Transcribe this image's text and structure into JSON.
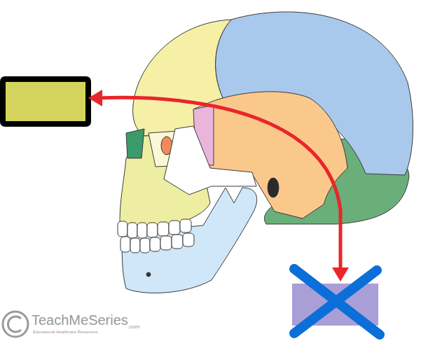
{
  "diagram": {
    "labels": [
      "TeachMeSeries",
      ".com",
      "Educational Healthcare Resources"
    ]
  }
}
